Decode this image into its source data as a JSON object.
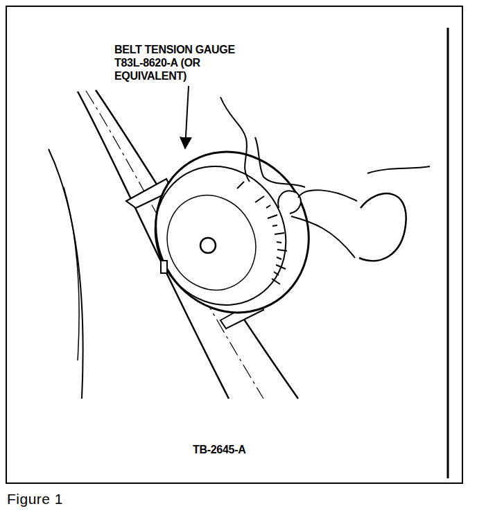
{
  "diagram": {
    "caption": "Figure 1",
    "labels": [
      "BELT TENSION GAUGE T83L-8620-A (OR EQUIVALENT)",
      "TB-2645-A"
    ]
  }
}
